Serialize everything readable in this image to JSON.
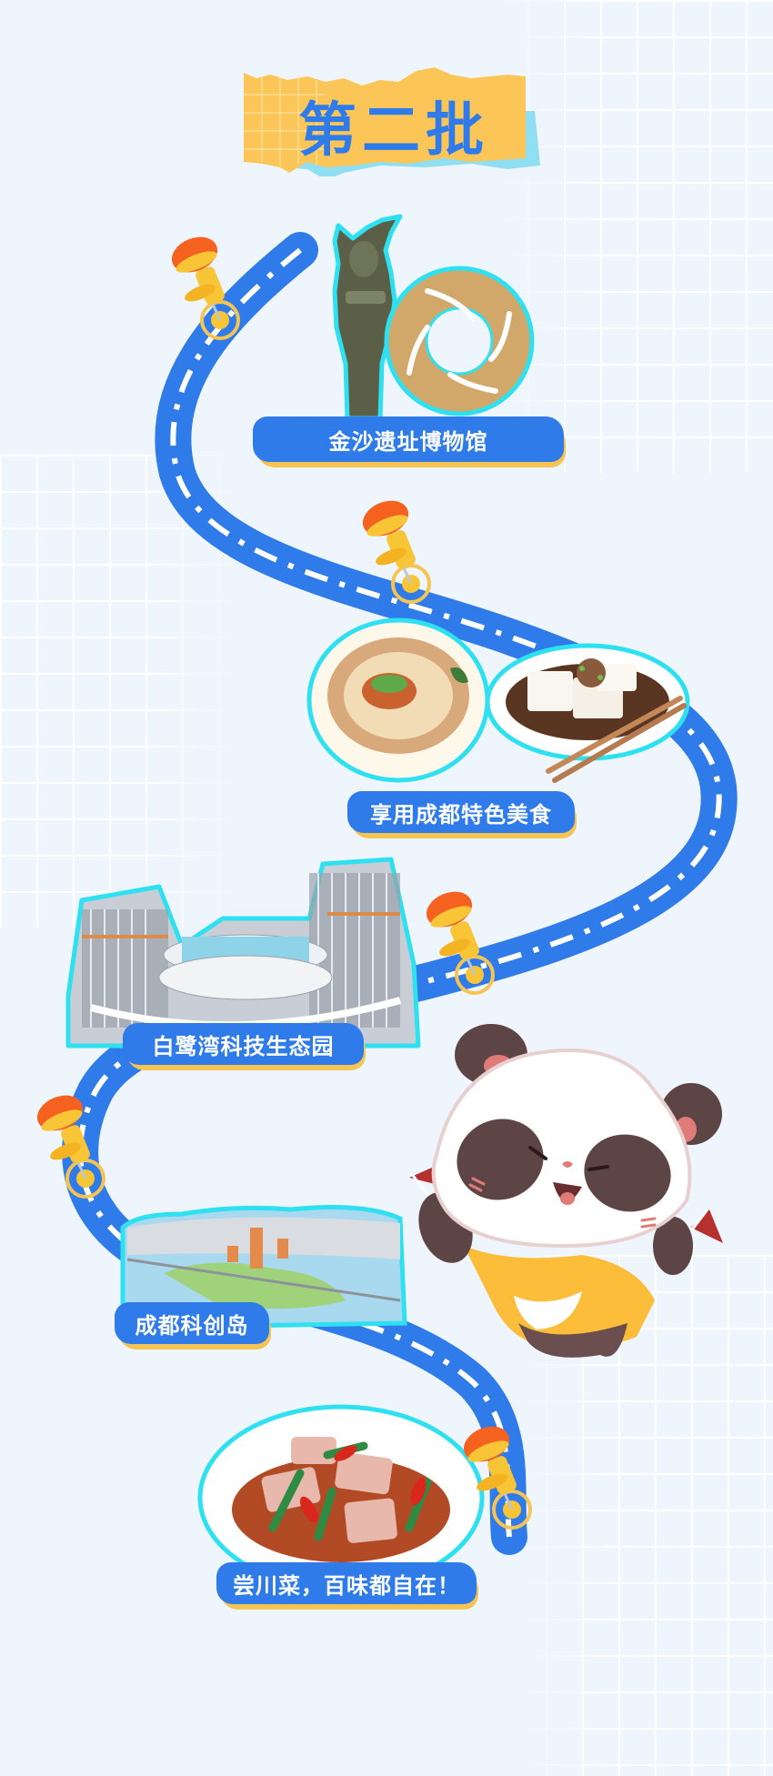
{
  "header": {
    "title": "第二批"
  },
  "stops": [
    {
      "id": "jinsha",
      "label": "金沙遗址博物馆",
      "image": "bronze-figure-and-sun-bird-gold-disc"
    },
    {
      "id": "food",
      "label": "享用成都特色美食",
      "image": "dan-dan-noodles-and-mapo-tofu"
    },
    {
      "id": "bailuwan",
      "label": "白鹭湾科技生态园",
      "image": "modern-office-buildings"
    },
    {
      "id": "kechuang",
      "label": "成都科创岛",
      "image": "aerial-city-island"
    },
    {
      "id": "sichuan",
      "label": "尝川菜，百味都自在！",
      "image": "twice-cooked-pork-dish"
    }
  ],
  "colors": {
    "background": "#eef5fc",
    "road": "#2f7bea",
    "label_bg": "#2f7bea",
    "label_shadow": "#f6c453",
    "title_paper": "#fbc657",
    "title_accent": "#8fdef2",
    "outline": "#2ee0f0",
    "pin_head": "#f5611f",
    "pin_body": "#f8c536"
  },
  "mascot": {
    "name": "panda-mascot",
    "shirt_color": "#fbbd3a"
  }
}
